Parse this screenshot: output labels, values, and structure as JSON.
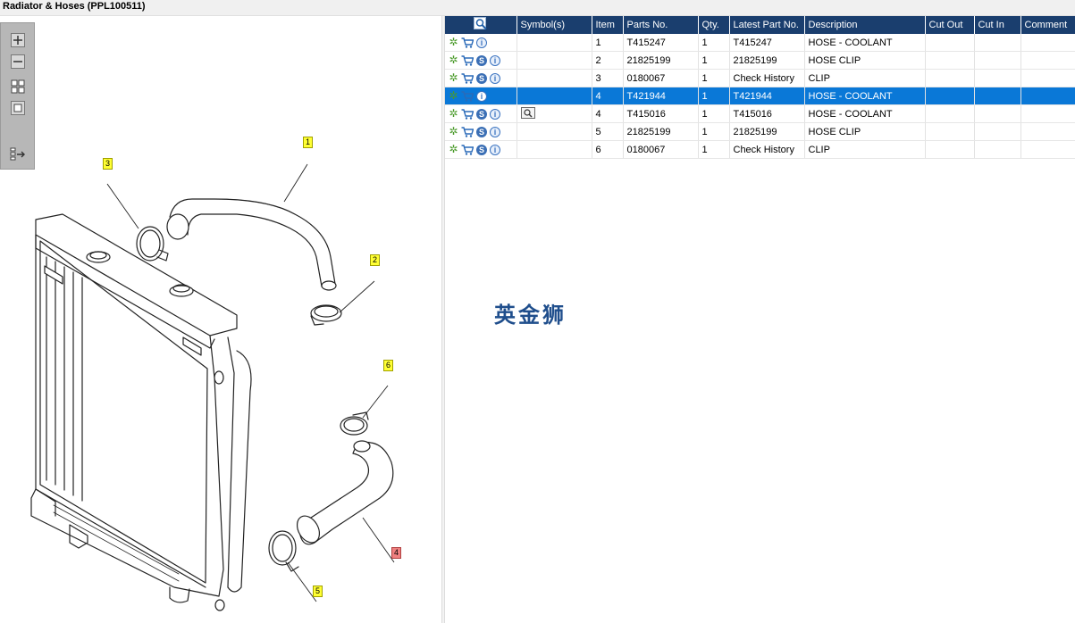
{
  "window": {
    "title": "Radiator & Hoses (PPL100511)"
  },
  "diagram": {
    "callouts": [
      {
        "label": "1",
        "highlight": false
      },
      {
        "label": "2",
        "highlight": false
      },
      {
        "label": "3",
        "highlight": false
      },
      {
        "label": "4",
        "highlight": true
      },
      {
        "label": "5",
        "highlight": false
      },
      {
        "label": "6",
        "highlight": false
      }
    ],
    "watermark": "英金狮"
  },
  "zoom_toolbar": {
    "buttons": [
      "zoom-in-icon",
      "zoom-out-icon",
      "fit-page-icon",
      "actual-size-icon",
      "export-icon"
    ]
  },
  "grid": {
    "columns": {
      "icon": "search-preview-icon",
      "symbols": "Symbol(s)",
      "item": "Item",
      "part_no": "Parts No.",
      "qty": "Qty.",
      "latest": "Latest Part No.",
      "description": "Description",
      "cut_out": "Cut Out",
      "cut_in": "Cut In",
      "comment": "Comment"
    },
    "rows": [
      {
        "item": "1",
        "part_no": "T415247",
        "qty": "1",
        "latest": "T415247",
        "description": "HOSE - COOLANT",
        "icons": [
          "gear",
          "cart",
          "info"
        ],
        "symbol": "",
        "selected": false
      },
      {
        "item": "2",
        "part_no": "21825199",
        "qty": "1",
        "latest": "21825199",
        "description": "HOSE CLIP",
        "icons": [
          "gear",
          "cart",
          "s",
          "info"
        ],
        "symbol": "",
        "selected": false
      },
      {
        "item": "3",
        "part_no": "0180067",
        "qty": "1",
        "latest": "Check History",
        "description": "CLIP",
        "icons": [
          "gear",
          "cart",
          "s",
          "info"
        ],
        "symbol": "",
        "selected": false
      },
      {
        "item": "4",
        "part_no": "T421944",
        "qty": "1",
        "latest": "T421944",
        "description": "HOSE - COOLANT",
        "icons": [
          "gear",
          "cart",
          "info"
        ],
        "symbol": "",
        "selected": true
      },
      {
        "item": "4",
        "part_no": "T415016",
        "qty": "1",
        "latest": "T415016",
        "description": "HOSE - COOLANT",
        "icons": [
          "gear",
          "cart",
          "s",
          "info"
        ],
        "symbol": "kit-icon",
        "selected": false
      },
      {
        "item": "5",
        "part_no": "21825199",
        "qty": "1",
        "latest": "21825199",
        "description": "HOSE CLIP",
        "icons": [
          "gear",
          "cart",
          "s",
          "info"
        ],
        "symbol": "",
        "selected": false
      },
      {
        "item": "6",
        "part_no": "0180067",
        "qty": "1",
        "latest": "Check History",
        "description": "CLIP",
        "icons": [
          "gear",
          "cart",
          "s",
          "info"
        ],
        "symbol": "",
        "selected": false
      }
    ]
  },
  "colors": {
    "header": "#1a3e6e",
    "selected": "#0a78d7",
    "callout": "#ffff33",
    "callout_highlight": "#f08080"
  }
}
